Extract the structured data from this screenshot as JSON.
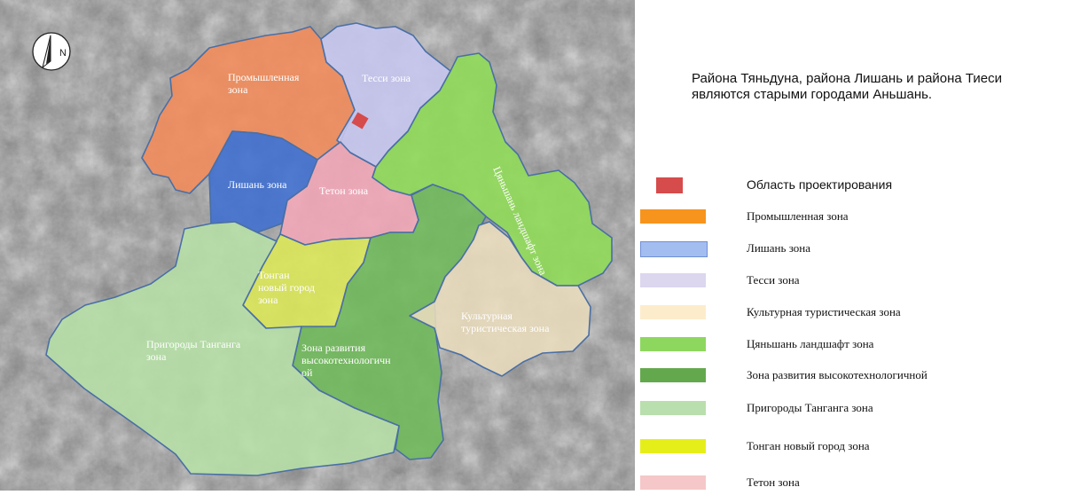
{
  "compass": {
    "letter": "N"
  },
  "design_area_color": "#d64b4b",
  "zones": [
    {
      "id": "industrial",
      "label_lines": [
        "Промышленная",
        "зона"
      ],
      "color": "#f28c5a"
    },
    {
      "id": "tessi",
      "label_lines": [
        "Тесси зона"
      ],
      "color": "#c8c8f2"
    },
    {
      "id": "lishan",
      "label_lines": [
        "Лишань зона"
      ],
      "color": "#3f6fd0"
    },
    {
      "id": "teton",
      "label_lines": [
        "Тетон зона"
      ],
      "color": "#f3a7b8"
    },
    {
      "id": "qianshan",
      "label_lines": [
        "Цяньшань ландшафт зона"
      ],
      "color": "#8fdc56"
    },
    {
      "id": "tongan",
      "label_lines": [
        "Тонган",
        "новый город",
        "зона"
      ],
      "color": "#dde858"
    },
    {
      "id": "hightech",
      "label_lines": [
        "Зона развития",
        "высокотехнологичн",
        "ой"
      ],
      "color": "#6fba5a"
    },
    {
      "id": "cultural",
      "label_lines": [
        "Культурная",
        "туристическая зона"
      ],
      "color": "#e9dcbd"
    },
    {
      "id": "suburbs",
      "label_lines": [
        "Пригороды Тангангa",
        "зона"
      ],
      "color": "#b6e0a6"
    }
  ],
  "description_text": "Района Тяньдуна, района Лишань и района Тиеси\nявляются старыми городами Аньшань.",
  "legend": [
    {
      "label": "Область проектирования",
      "color": "#d64b4b"
    },
    {
      "label": "Промышленная зона",
      "color": "#f7941d"
    },
    {
      "label": "Лишань зона",
      "color": "#a4bdf0"
    },
    {
      "label": "Тесси зона",
      "color": "#dcd6ee"
    },
    {
      "label": "Культурная туристическая зона",
      "color": "#fdeccb"
    },
    {
      "label": "Цяньшань ландшафт зона",
      "color": "#8dd75e"
    },
    {
      "label": "Зона развития высокотехнологичной",
      "color": "#64a84e"
    },
    {
      "label": "Пригороды Тангангa зона",
      "color": "#b9dfae"
    },
    {
      "label": "Тонган новый город зона",
      "color": "#e6ee1a"
    },
    {
      "label": "Тетон зона",
      "color": "#f5c7c8"
    }
  ]
}
